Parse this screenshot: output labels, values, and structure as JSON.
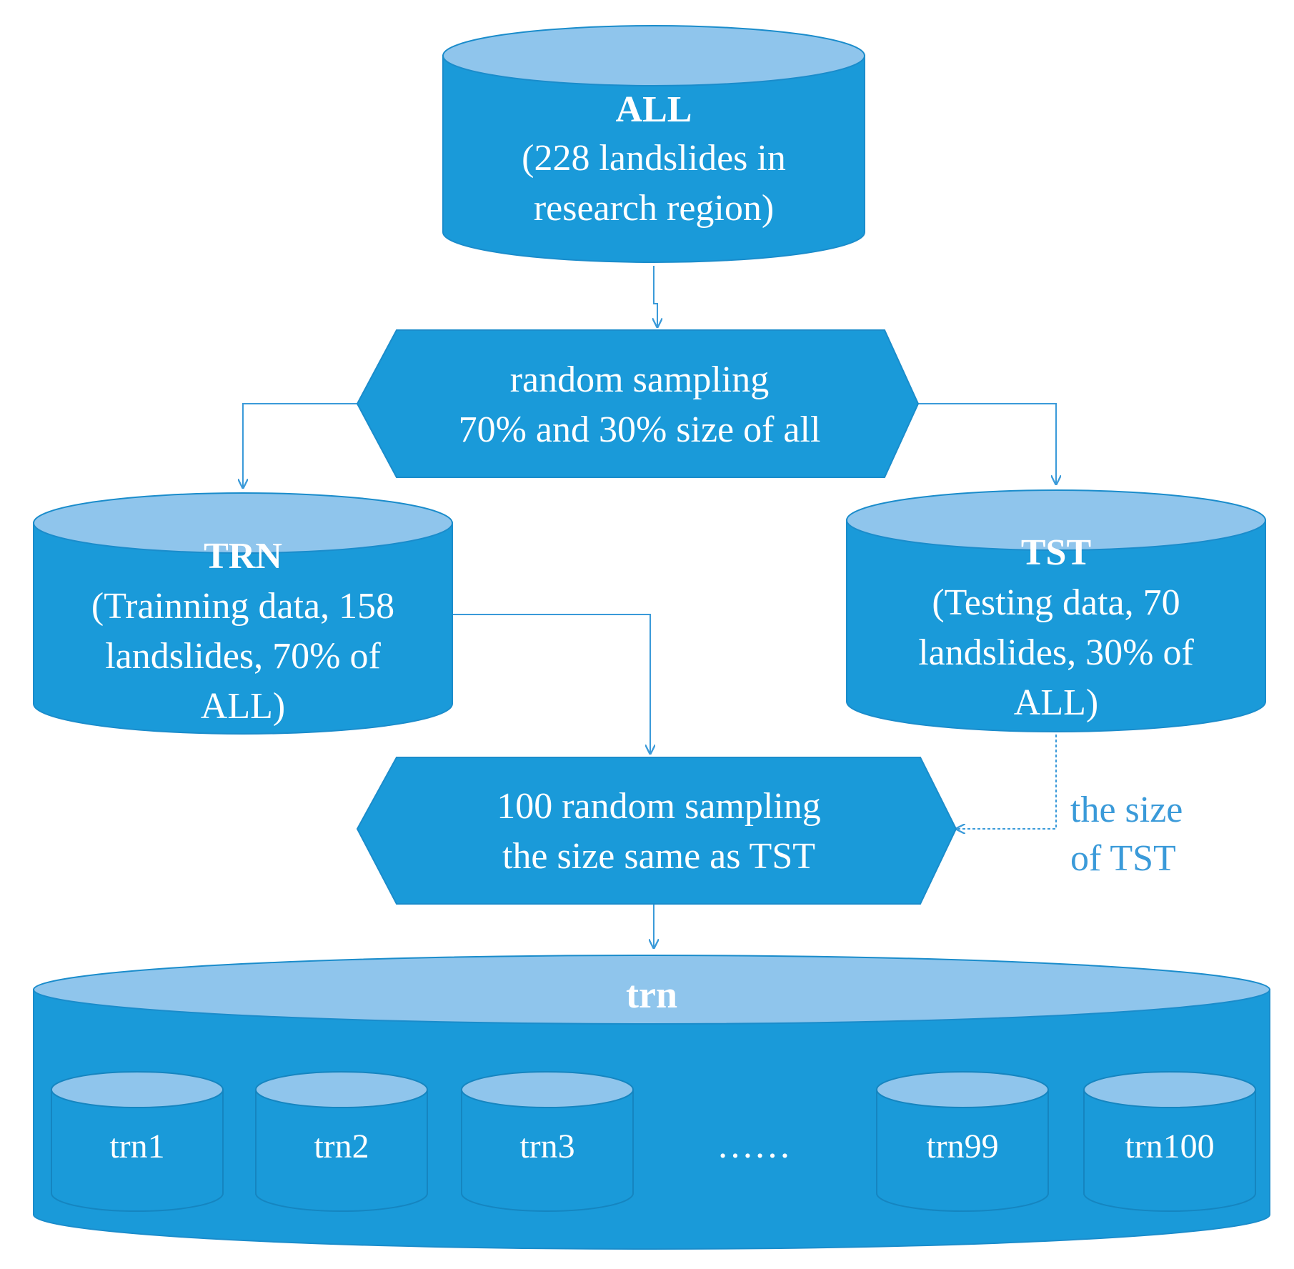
{
  "colors": {
    "body": "#1a9ad9",
    "top": "#8fc5ec",
    "stroke": "#1a8ccb",
    "arrow": "#3a9ad9",
    "note_text": "#3a9ad9"
  },
  "nodes": {
    "all": {
      "title": "ALL",
      "lines": [
        "(228 landslides in",
        "research region)"
      ]
    },
    "sampling1": {
      "lines": [
        "random sampling",
        "70% and 30% size of all"
      ]
    },
    "trn_set": {
      "title": "TRN",
      "lines": [
        "(Trainning data, 158",
        "landslides, 70% of",
        "ALL)"
      ]
    },
    "tst_set": {
      "title": "TST",
      "lines": [
        "(Testing data, 70",
        "landslides, 30% of",
        "ALL)"
      ]
    },
    "sampling2": {
      "lines": [
        "100 random sampling",
        "the size same as TST"
      ]
    },
    "trn_pool": {
      "title": "trn"
    }
  },
  "subsets": [
    "trn1",
    "trn2",
    "trn3",
    "trn99",
    "trn100"
  ],
  "ellipsis": "……",
  "note": {
    "lines": [
      "the size",
      "of TST"
    ]
  }
}
